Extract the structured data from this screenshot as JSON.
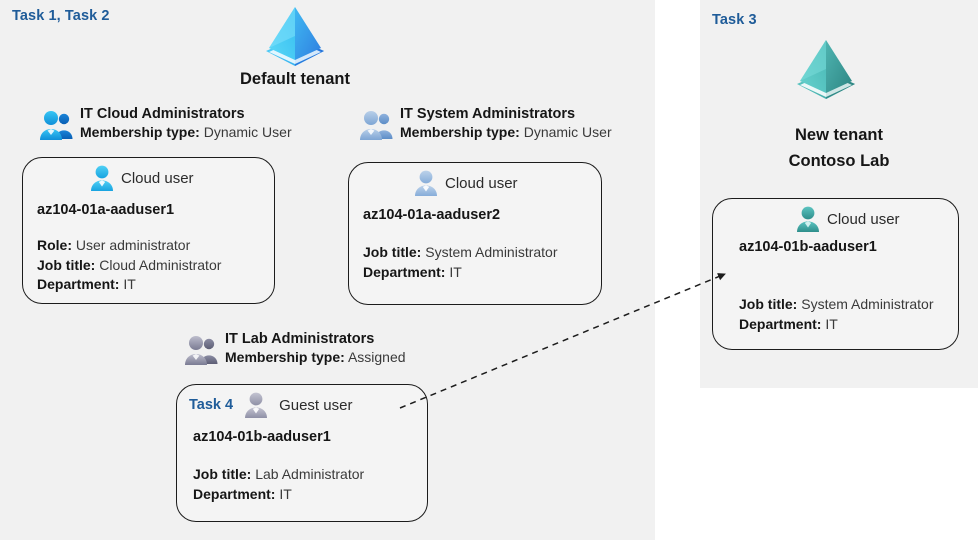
{
  "panels": {
    "left": {
      "task_label": "Task 1, Task 2"
    },
    "right": {
      "task_label": "Task 3"
    }
  },
  "tenants": [
    {
      "id": "default-tenant",
      "name": "Default tenant",
      "icon": "azure-ad-tenant-icon",
      "color": "#3aaef0"
    },
    {
      "id": "new-tenant",
      "name_line1": "New  tenant",
      "name_line2": "Contoso Lab",
      "icon": "azure-ad-tenant-icon",
      "color": "#49b5b2"
    }
  ],
  "groups": [
    {
      "id": "it-cloud-administrators",
      "title": "IT Cloud Administrators",
      "meta_label": "Membership type:",
      "meta_value": "Dynamic User",
      "icon": "group-users-icon",
      "icon_color": "#22a5e8"
    },
    {
      "id": "it-system-administrators",
      "title": "IT System Administrators",
      "meta_label": "Membership type:",
      "meta_value": "Dynamic User",
      "icon": "group-users-icon",
      "icon_color": "#8fb4dd"
    },
    {
      "id": "it-lab-administrators",
      "title": "IT Lab Administrators",
      "meta_label": "Membership type:",
      "meta_value": "Assigned",
      "icon": "group-users-icon",
      "icon_color": "#8d8fa8"
    }
  ],
  "users": [
    {
      "id": "az104-01a-aaduser1",
      "task": "",
      "type_label": "Cloud user",
      "icon": "cloud-user-icon",
      "icon_color": "#29b6e8",
      "name": "az104-01a-aaduser1",
      "attrs": [
        {
          "label": "Role:",
          "value": "User administrator"
        },
        {
          "label": "Job title:",
          "value": "Cloud Administrator"
        },
        {
          "label": "Department:",
          "value": "IT"
        }
      ]
    },
    {
      "id": "az104-01a-aaduser2",
      "task": "",
      "type_label": "Cloud user",
      "icon": "cloud-user-icon",
      "icon_color": "#9dbbdf",
      "name": "az104-01a-aaduser2",
      "attrs": [
        {
          "label": "Job title:",
          "value": "System Administrator"
        },
        {
          "label": "Department:",
          "value": "IT"
        }
      ]
    },
    {
      "id": "az104-01b-aaduser1-guest",
      "task": "Task 4",
      "type_label": "Guest user",
      "icon": "guest-user-icon",
      "icon_color": "#9c9cb0",
      "name": "az104-01b-aaduser1",
      "attrs": [
        {
          "label": "Job title:",
          "value": "Lab Administrator"
        },
        {
          "label": "Department:",
          "value": "IT"
        }
      ]
    },
    {
      "id": "az104-01b-aaduser1-cloud",
      "task": "",
      "type_label": "Cloud user",
      "icon": "cloud-user-icon",
      "icon_color": "#3aa8a5",
      "name": "az104-01b-aaduser1",
      "attrs": [
        {
          "label": "Job title:",
          "value": "System Administrator"
        },
        {
          "label": "Department:",
          "value": "IT"
        }
      ]
    }
  ],
  "connector": {
    "id": "guest-to-cloud-user-arrow",
    "style": "dashed-arrow",
    "color": "#1c1c1c"
  },
  "colors": {
    "panel_bg": "#f1f1f1",
    "card_bg": "#f4f4f4",
    "card_border": "#1c1c1c",
    "task_accent": "#1f5c99",
    "text": "#1a1a1a"
  }
}
